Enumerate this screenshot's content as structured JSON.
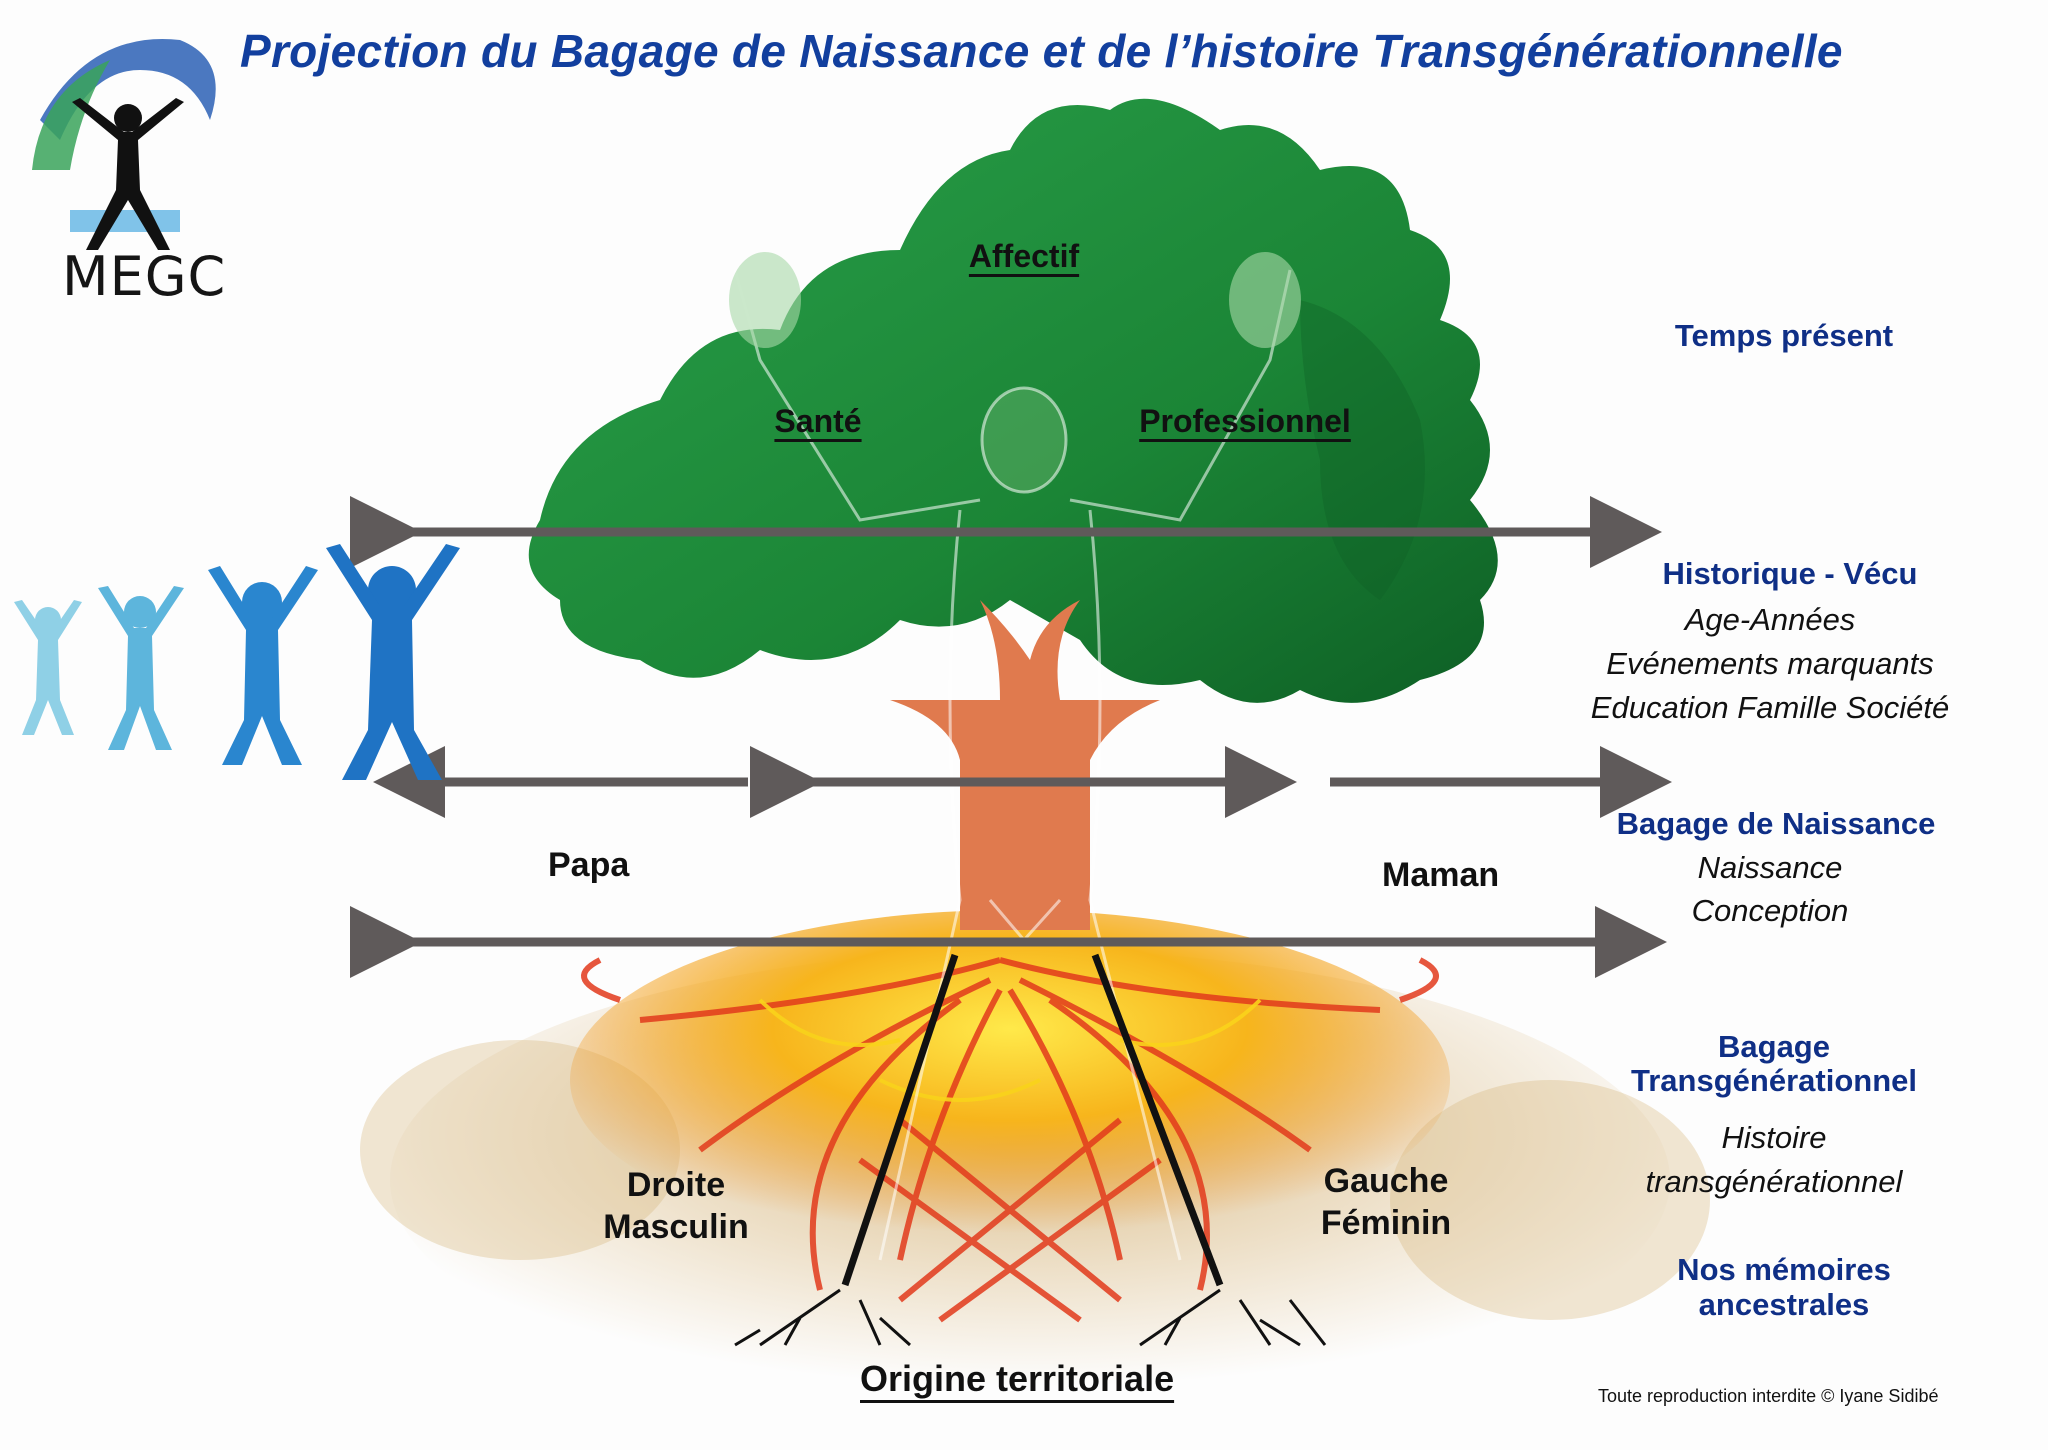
{
  "title": "Projection du Bagage de Naissance et de l’histoire Transgénérationnelle",
  "logo": {
    "text": "MEGC"
  },
  "tree_labels": {
    "affectif": "Affectif",
    "sante": "Santé",
    "professionnel": "Professionnel"
  },
  "parents": {
    "papa": "Papa",
    "maman": "Maman"
  },
  "roots": {
    "droite": [
      "Droite",
      "Masculin"
    ],
    "gauche": [
      "Gauche",
      "Féminin"
    ],
    "origine": "Origine territoriale"
  },
  "side_panel": {
    "temps_present": "Temps présent",
    "historique": {
      "heading": "Historique - Vécu",
      "items": [
        "Age-Années",
        "Evénements marquants",
        "Education Famille Société"
      ]
    },
    "bagage_naissance": {
      "heading": "Bagage de Naissance",
      "items": [
        "Naissance",
        "Conception"
      ]
    },
    "bagage_transgen": {
      "heading": [
        "Bagage",
        "Transgénérationnel"
      ],
      "items": [
        "Histoire",
        "transgénérationnel"
      ]
    },
    "memoires": [
      "Nos mémoires",
      "ancestrales"
    ]
  },
  "copyright": "Toute reproduction interdite © Iyane Sidibé",
  "colors": {
    "title": "#123f9e",
    "heading": "#0f2f86",
    "foliage": "#1f8a3a",
    "foliage_dark": "#116628",
    "trunk": "#e07a4e",
    "roots_red": "#e23a1c",
    "roots_yellow": "#f5c518",
    "soil": "#c9a46a",
    "arrow": "#5f5a5a",
    "figure_light": "#8fd0e6",
    "figure_dark": "#1f73c4"
  }
}
